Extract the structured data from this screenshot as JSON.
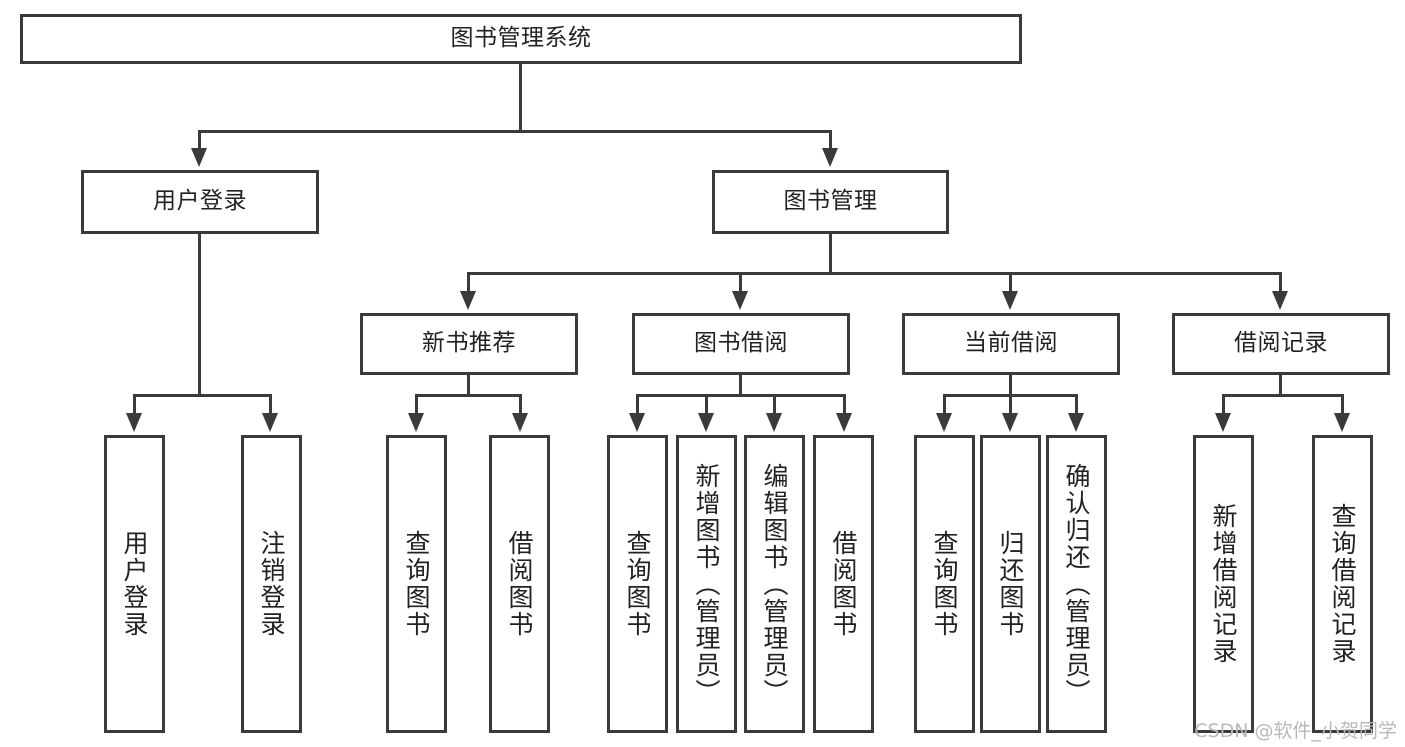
{
  "diagram": {
    "title": "图书管理系统",
    "type": "functional-structure-tree",
    "root": {
      "id": "root",
      "label": "图书管理系统"
    },
    "level2": [
      {
        "id": "user-login",
        "label": "用户登录"
      },
      {
        "id": "book-management",
        "label": "图书管理"
      }
    ],
    "level3": [
      {
        "id": "new-book-recommend",
        "label": "新书推荐",
        "parent": "book-management"
      },
      {
        "id": "book-borrow",
        "label": "图书借阅",
        "parent": "book-management"
      },
      {
        "id": "current-borrow",
        "label": "当前借阅",
        "parent": "book-management"
      },
      {
        "id": "borrow-record",
        "label": "借阅记录",
        "parent": "book-management"
      }
    ],
    "leaves": {
      "user_login": [
        {
          "id": "leaf-user-login",
          "label": "用户登录"
        },
        {
          "id": "leaf-user-logout",
          "label": "注销登录"
        }
      ],
      "new_book_recommend": [
        {
          "id": "leaf-query-book-1",
          "label": "查询图书"
        },
        {
          "id": "leaf-borrow-book-1",
          "label": "借阅图书"
        }
      ],
      "book_borrow": [
        {
          "id": "leaf-query-book-2",
          "label": "查询图书"
        },
        {
          "id": "leaf-add-book",
          "label": "新增图书（管理员）"
        },
        {
          "id": "leaf-edit-book",
          "label": "编辑图书（管理员）"
        },
        {
          "id": "leaf-borrow-book-2",
          "label": "借阅图书"
        }
      ],
      "current_borrow": [
        {
          "id": "leaf-query-book-3",
          "label": "查询图书"
        },
        {
          "id": "leaf-return-book",
          "label": "归还图书"
        },
        {
          "id": "leaf-confirm-return",
          "label": "确认归还（管理员）"
        }
      ],
      "borrow_record": [
        {
          "id": "leaf-add-record",
          "label": "新增借阅记录"
        },
        {
          "id": "leaf-query-record",
          "label": "查询借阅记录"
        }
      ]
    }
  },
  "watermark": {
    "text": "CSDN @软件_小贺同学"
  },
  "colors": {
    "stroke": "#3a3a3a",
    "text": "#222222",
    "background": "#ffffff",
    "watermark": "#b9b9b9"
  }
}
